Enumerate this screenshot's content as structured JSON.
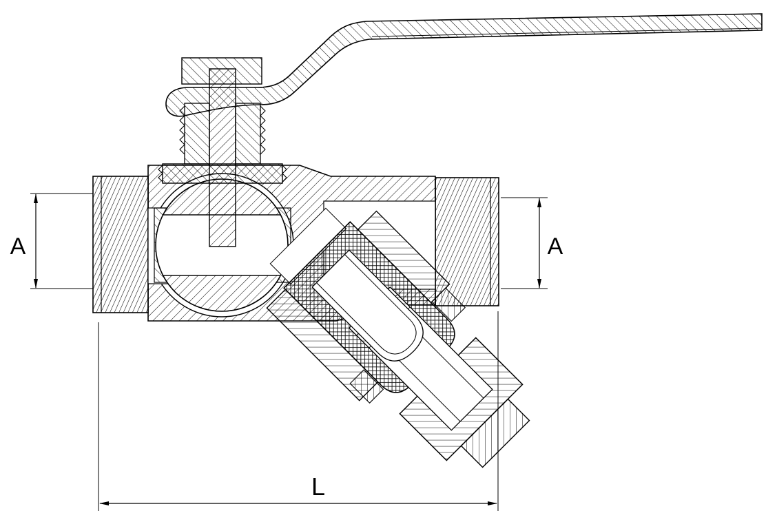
{
  "drawing": {
    "background": "#ffffff",
    "line_color": "#000000"
  },
  "labels": {
    "dim_left": "A",
    "dim_right": "A",
    "dim_bottom": "L"
  }
}
